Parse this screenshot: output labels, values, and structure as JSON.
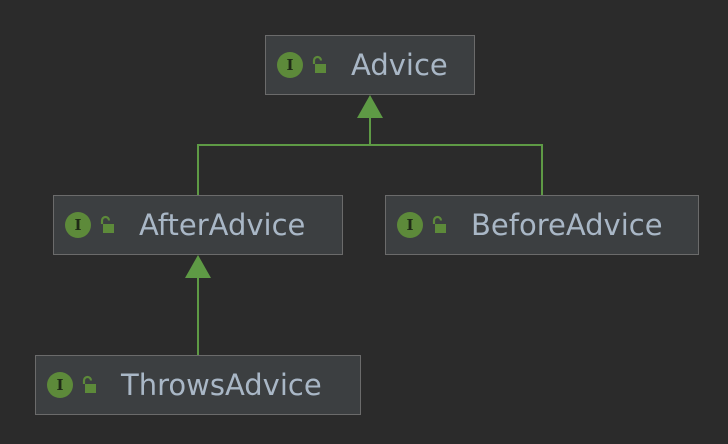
{
  "diagram": {
    "nodes": [
      {
        "id": "advice",
        "label": "Advice",
        "kind_letter": "I",
        "kind": "interface",
        "visibility_icon": "public-lock-icon"
      },
      {
        "id": "after-advice",
        "label": "AfterAdvice",
        "kind_letter": "I",
        "kind": "interface",
        "visibility_icon": "public-lock-icon"
      },
      {
        "id": "before-advice",
        "label": "BeforeAdvice",
        "kind_letter": "I",
        "kind": "interface",
        "visibility_icon": "public-lock-icon"
      },
      {
        "id": "throws-advice",
        "label": "ThrowsAdvice",
        "kind_letter": "I",
        "kind": "interface",
        "visibility_icon": "public-lock-icon"
      }
    ],
    "edges": [
      {
        "from": "after-advice",
        "to": "advice",
        "type": "extends"
      },
      {
        "from": "before-advice",
        "to": "advice",
        "type": "extends"
      },
      {
        "from": "throws-advice",
        "to": "after-advice",
        "type": "extends"
      }
    ],
    "colors": {
      "background": "#2b2b2b",
      "node_fill": "#3c3f41",
      "node_border": "#6b6b6b",
      "label_text": "#a9b7c6",
      "interface_badge": "#5d8a3a",
      "edge": "#5e9a45"
    }
  }
}
